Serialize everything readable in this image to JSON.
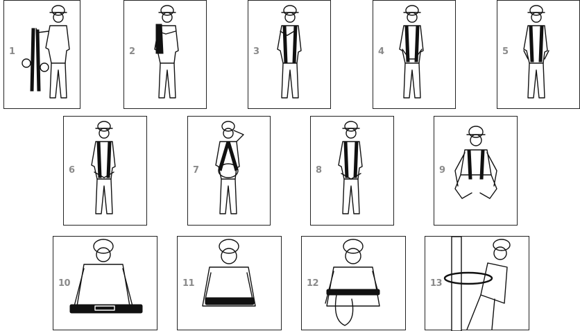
{
  "steps": [
    {
      "number": "1",
      "action": "holding-harness"
    },
    {
      "number": "2",
      "action": "untangling-straps"
    },
    {
      "number": "3",
      "action": "putting-on-shoulder-straps"
    },
    {
      "number": "4",
      "action": "harness-on-shoulders"
    },
    {
      "number": "5",
      "action": "harness-on-shoulders-leg-straps-hanging"
    },
    {
      "number": "6",
      "action": "fastening-leg-straps"
    },
    {
      "number": "7",
      "action": "back-view-checking-dorsal-ring"
    },
    {
      "number": "8",
      "action": "adjusting-leg-straps"
    },
    {
      "number": "9",
      "action": "squat-fit-check"
    },
    {
      "number": "10",
      "action": "back-view-holding-work-positioning-belt"
    },
    {
      "number": "11",
      "action": "buckling-belt"
    },
    {
      "number": "12",
      "action": "belt-with-lanyard-on-hip"
    },
    {
      "number": "13",
      "action": "pole-strap-around-pole"
    }
  ]
}
